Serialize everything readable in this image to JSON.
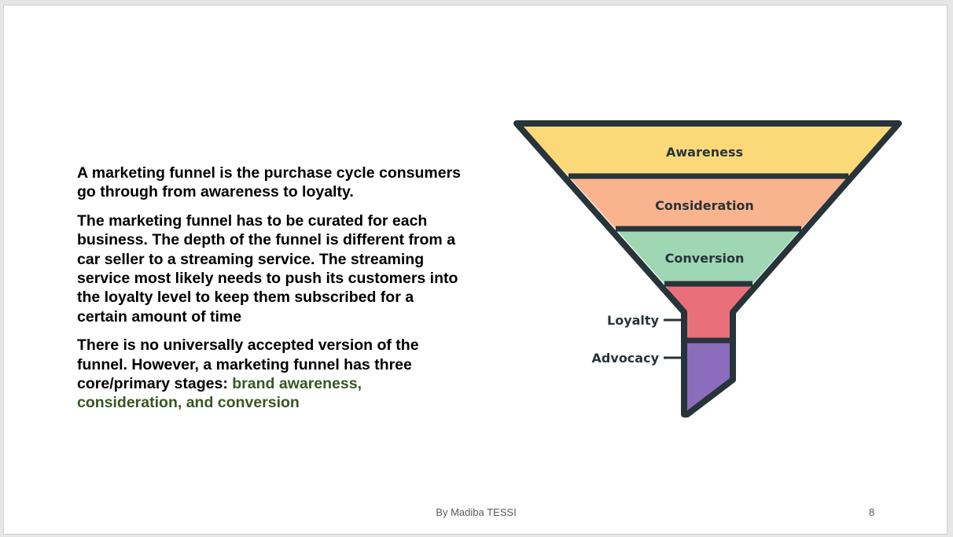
{
  "slide": {
    "paragraphs": {
      "p1": "A marketing funnel is the purchase cycle consumers go through from awareness to loyalty.",
      "p2": "The marketing funnel has to be curated for each business. The depth of the funnel is different from a car seller to a streaming service. The streaming service most likely needs to push its customers into the loyalty level to keep them subscribed for a certain amount of time",
      "p3_lead": "There is no universally accepted version of the funnel. However, a marketing funnel has three core/primary stages: ",
      "p3_highlight": "brand awareness, consideration, and conversion"
    },
    "highlight_color": "#375623",
    "funnel": {
      "stages": [
        {
          "label": "Awareness",
          "color": "#fbd979"
        },
        {
          "label": "Consideration",
          "color": "#f9b38d"
        },
        {
          "label": "Conversion",
          "color": "#9fd6b4"
        },
        {
          "label": "Loyalty",
          "color": "#e9707a"
        },
        {
          "label": "Advocacy",
          "color": "#8c6cbd"
        }
      ],
      "outline_color": "#27343a"
    },
    "footer": {
      "author": "By Madiba TESSI",
      "page_number": "8"
    }
  }
}
